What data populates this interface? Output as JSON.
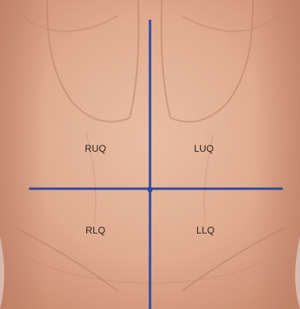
{
  "diagram": {
    "quadrants": {
      "ruq": "RUQ",
      "luq": "LUQ",
      "rlq": "RLQ",
      "llq": "LLQ"
    },
    "colors": {
      "skin_light": "#e7b99e",
      "skin_mid": "#d99f84",
      "skin_shadow": "#c98b72",
      "line": "#2f4a9a",
      "background": "#ffffff"
    }
  }
}
